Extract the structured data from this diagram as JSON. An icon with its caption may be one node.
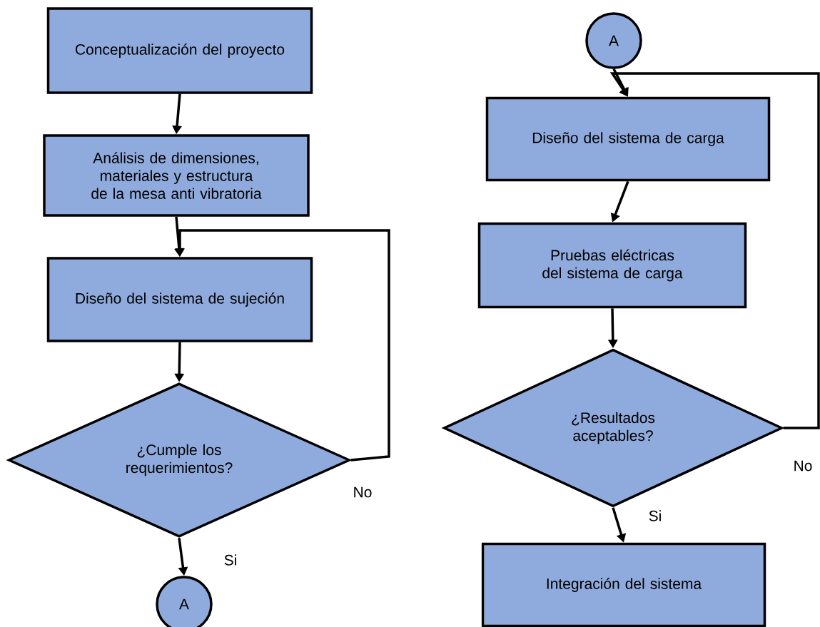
{
  "diagram": {
    "nodes": [
      {
        "text": [
          "Conceptualización del proyecto"
        ]
      },
      {
        "text": [
          "Análisis de dimensiones, materiales y estructura de la mesa anti vibratoria"
        ]
      },
      {
        "text": [
          "Diseño del sistema de sujeción"
        ]
      },
      {
        "text": [
          "¿Cumple los requerimientos?"
        ]
      },
      {
        "text": [
          "A"
        ]
      },
      {
        "text": [
          "A"
        ]
      },
      {
        "text": [
          "Diseño del sistema de carga"
        ]
      },
      {
        "text": [
          "Pruebas eléctricas del sistema de carga"
        ]
      },
      {
        "text": [
          "¿Resultados aceptables?"
        ]
      },
      {
        "text": [
          "Integración del sistema"
        ]
      }
    ],
    "edges": [
      {
        "from": 0,
        "to": 1,
        "arrow": "to"
      },
      {
        "from": 1,
        "to": 2,
        "arrow": "to"
      },
      {
        "from": 2,
        "to": 3,
        "arrow": "to"
      },
      {
        "from": 3,
        "to": 4,
        "arrow": "to",
        "label": "Si"
      },
      {
        "from": 3,
        "to": 2,
        "arrow": "to",
        "label": "No"
      },
      {
        "from": 5,
        "to": 6,
        "arrow": "to"
      },
      {
        "from": 6,
        "to": 7,
        "arrow": "to"
      },
      {
        "from": 7,
        "to": 8,
        "arrow": "to"
      },
      {
        "from": 8,
        "to": 9,
        "arrow": "to",
        "label": "Si"
      },
      {
        "from": 8,
        "to": 6,
        "arrow": "to",
        "label": "No"
      }
    ]
  }
}
